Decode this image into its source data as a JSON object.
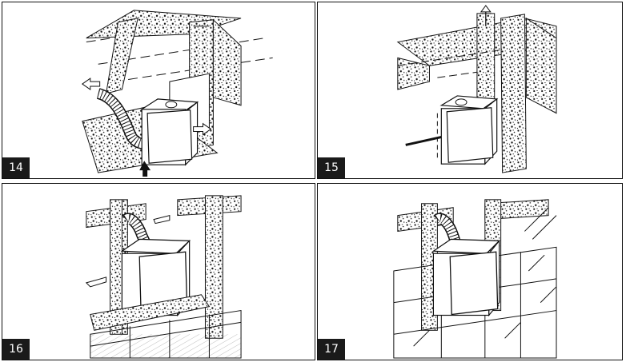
{
  "panels": [
    {
      "number": "14"
    },
    {
      "number": "15"
    },
    {
      "number": "16"
    },
    {
      "number": "17"
    }
  ]
}
